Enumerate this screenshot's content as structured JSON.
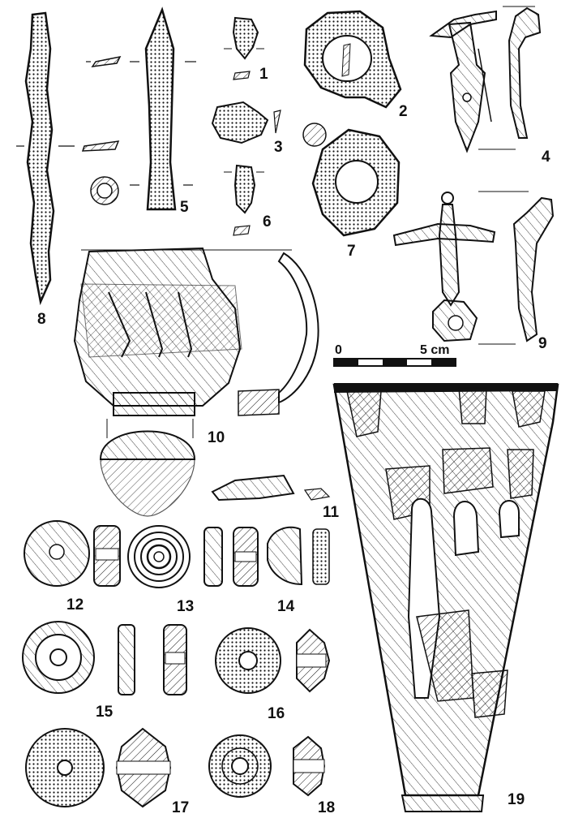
{
  "figure_numbers": [
    "1",
    "2",
    "3",
    "4",
    "5",
    "6",
    "7",
    "8",
    "9",
    "10",
    "11",
    "12",
    "13",
    "14",
    "15",
    "16",
    "17",
    "18",
    "19"
  ],
  "scale_bar": {
    "start_label": "0",
    "end_label": "5 cm"
  },
  "colors": {
    "ink": "#111111",
    "paper": "#ffffff"
  }
}
